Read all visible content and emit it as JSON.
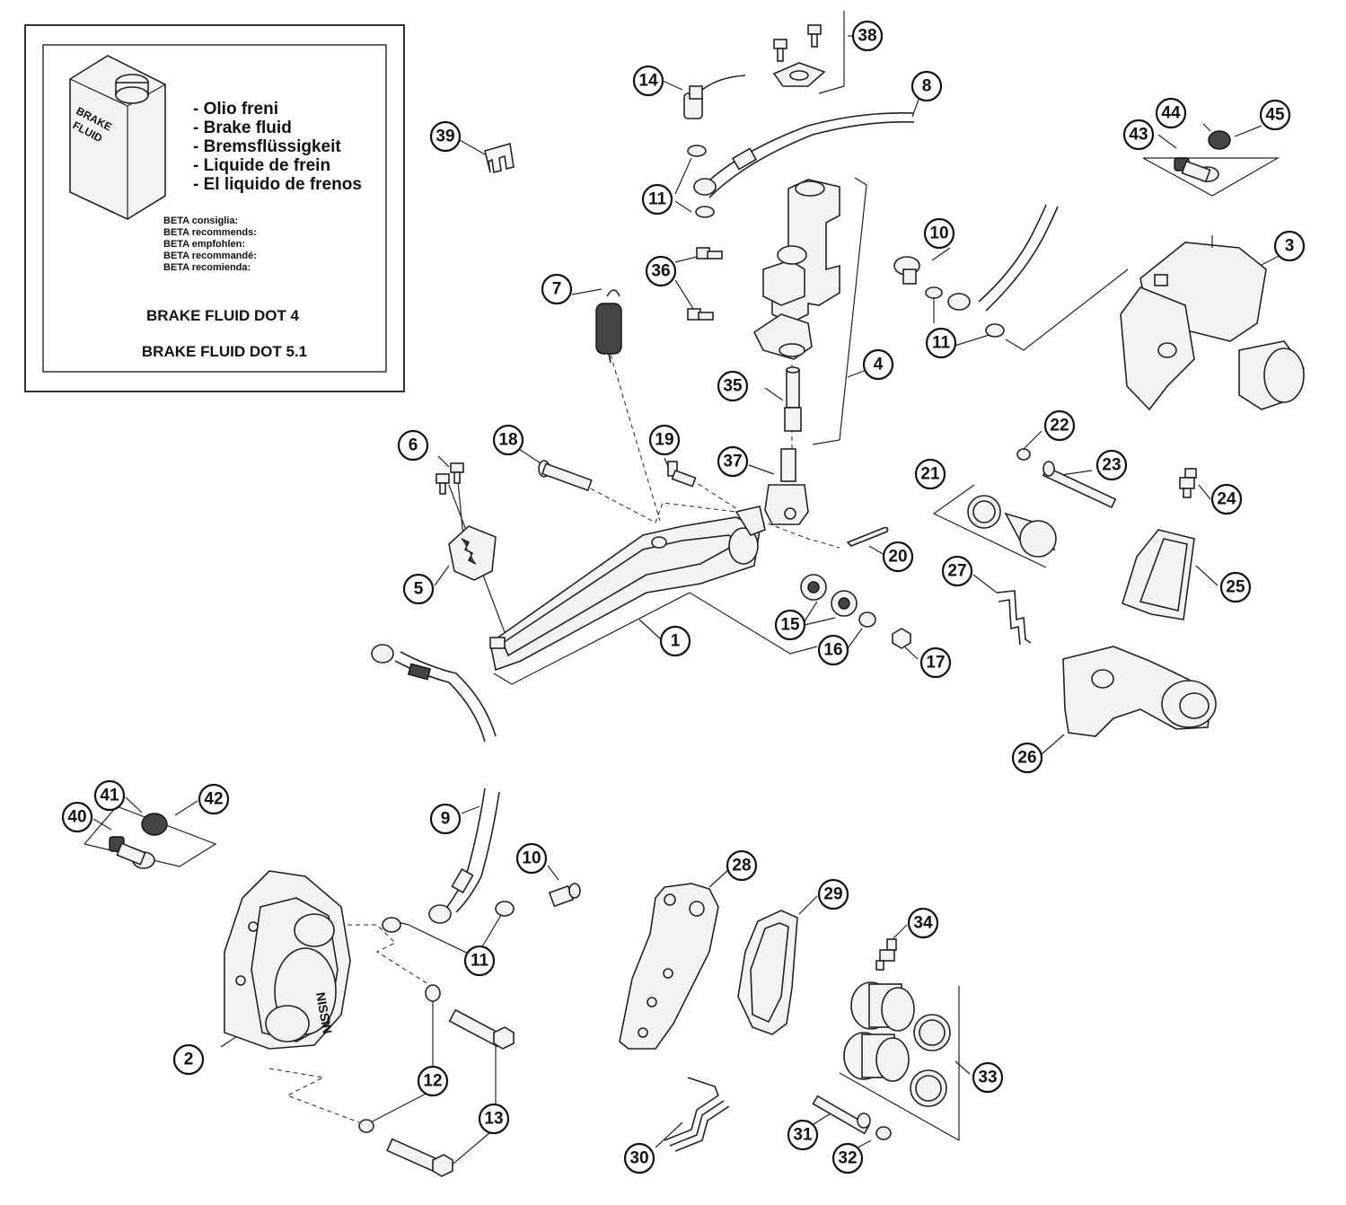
{
  "info_box": {
    "can_label": [
      "BRAKE",
      "FLUID"
    ],
    "fluid_names": [
      "- Olio freni",
      "- Brake fluid",
      "- Bremsflüssigkeit",
      "- Liquide de frein",
      "- El liquido de frenos"
    ],
    "recommend_lines": [
      "BETA consiglia:",
      "BETA recommends:",
      "BETA empfohlen:",
      "BETA recommandé:",
      "BETA recomienda:"
    ],
    "dot_4": "BRAKE FLUID DOT 4",
    "dot_51": "BRAKE FLUID DOT 5.1"
  },
  "caliper_brand": "NISSIN",
  "callouts": [
    "38",
    "14",
    "8",
    "39",
    "44",
    "45",
    "43",
    "11",
    "10",
    "3",
    "36",
    "7",
    "11",
    "35",
    "4",
    "18",
    "19",
    "6",
    "37",
    "22",
    "23",
    "21",
    "24",
    "20",
    "27",
    "5",
    "25",
    "15",
    "1",
    "16",
    "17",
    "26",
    "41",
    "42",
    "40",
    "9",
    "10",
    "28",
    "29",
    "34",
    "11",
    "2",
    "12",
    "13",
    "33",
    "31",
    "30",
    "32"
  ]
}
